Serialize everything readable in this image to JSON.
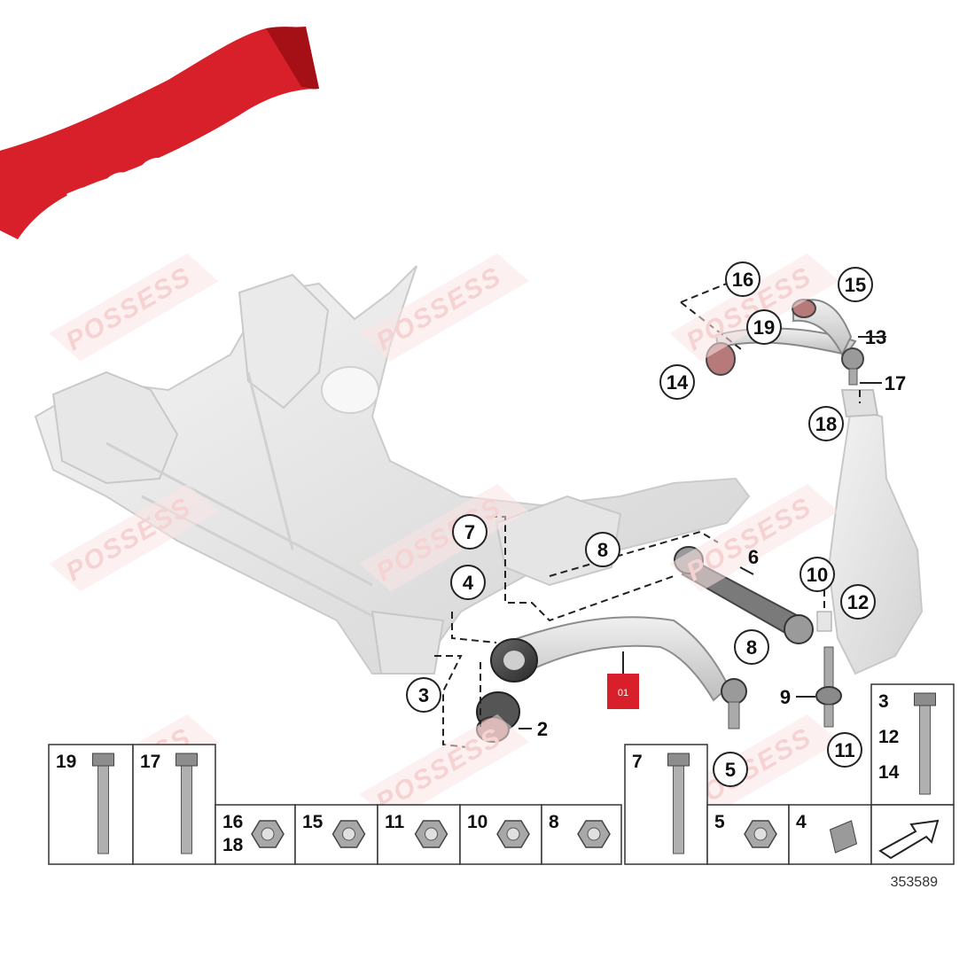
{
  "brand": {
    "logo_text": "POSSESS",
    "watermark_text": "POSSESS",
    "accent": "#d8202a"
  },
  "diagram": {
    "reference_number": "353589",
    "part_marker": "01",
    "callouts": [
      "16",
      "15",
      "19",
      "13",
      "14",
      "17",
      "18",
      "7",
      "8",
      "6",
      "4",
      "10",
      "12",
      "8",
      "3",
      "2",
      "9",
      "01",
      "5",
      "11"
    ],
    "parts_table": {
      "cells": [
        {
          "labels": [
            "19"
          ]
        },
        {
          "labels": [
            "17"
          ]
        },
        {
          "labels": [
            "16",
            "18"
          ]
        },
        {
          "labels": [
            "15"
          ]
        },
        {
          "labels": [
            "11"
          ]
        },
        {
          "labels": [
            "10"
          ]
        },
        {
          "labels": [
            "8"
          ]
        },
        {
          "labels": [
            "7"
          ]
        },
        {
          "labels": [
            "5"
          ]
        },
        {
          "labels": [
            "4"
          ]
        },
        {
          "labels": [
            "3",
            "12",
            "14"
          ]
        },
        {
          "labels": []
        }
      ]
    }
  }
}
